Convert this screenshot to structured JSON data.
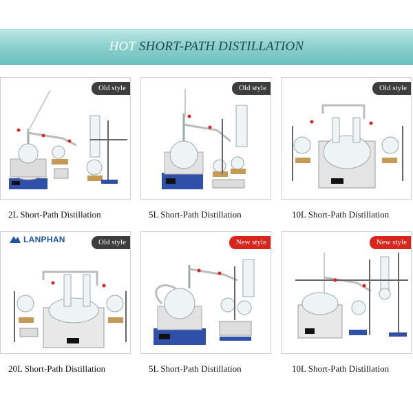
{
  "banner": {
    "hot": "HOT",
    "rest": "SHORT-PATH DISTILLATION"
  },
  "products": [
    {
      "badge": "Old style",
      "badge_kind": "old",
      "caption": "2L Short-Path Distillation"
    },
    {
      "badge": "Old style",
      "badge_kind": "old",
      "caption": "5L Short-Path Distillation"
    },
    {
      "badge": "Old style",
      "badge_kind": "old",
      "caption": "10L Short-Path Distillation"
    },
    {
      "badge": "Old style",
      "badge_kind": "old",
      "caption": "20L Short-Path Distillation",
      "logo": "LANPHAN"
    },
    {
      "badge": "New style",
      "badge_kind": "new",
      "caption": "5L Short-Path Distillation"
    },
    {
      "badge": "New style",
      "badge_kind": "new",
      "caption": "10L Short-Path Distillation"
    }
  ],
  "colors": {
    "banner": "#8fd1cf",
    "old_badge": "#3d3d3d",
    "new_badge": "#d9251c",
    "logo": "#1f56a3"
  }
}
